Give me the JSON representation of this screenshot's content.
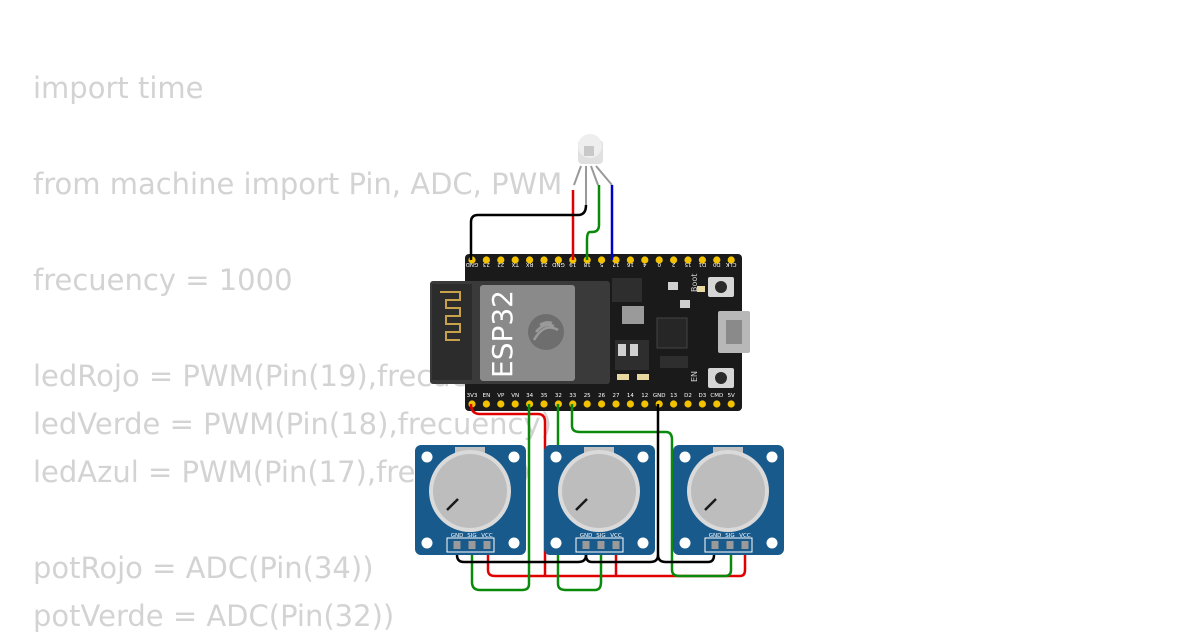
{
  "code_lines": [
    "import time",
    "",
    "from machine import Pin, ADC, PWM",
    "",
    "frecuency = 1000",
    "",
    "ledRojo = PWM(Pin(19),frecuency)",
    "ledVerde = PWM(Pin(18),frecuency)",
    "ledAzul = PWM(Pin(17),frecuency)",
    "",
    "potRojo = ADC(Pin(34))",
    "potVerde = ADC(Pin(32))"
  ],
  "board": {
    "label": "ESP32",
    "top_pins": [
      "GND",
      "23",
      "22",
      "TX",
      "RX",
      "21",
      "GND",
      "19",
      "18",
      "5",
      "17",
      "16",
      "4",
      "0",
      "2",
      "15",
      "D1",
      "D0",
      "CLK"
    ],
    "bottom_pins": [
      "3V3",
      "EN",
      "VP",
      "VN",
      "34",
      "35",
      "32",
      "33",
      "25",
      "26",
      "27",
      "14",
      "12",
      "GND",
      "13",
      "D2",
      "D3",
      "CMD",
      "5V"
    ],
    "boot_label": "Boot",
    "en_label": "EN"
  },
  "potentiometers": [
    {
      "pins": [
        "GND",
        "SIG",
        "VCC"
      ]
    },
    {
      "pins": [
        "GND",
        "SIG",
        "VCC"
      ]
    },
    {
      "pins": [
        "GND",
        "SIG",
        "VCC"
      ]
    }
  ],
  "colors": {
    "code_text": "#d3d3d3",
    "board": "#1a1a1a",
    "pot_board": "#185a8c",
    "wire_red": "#e00000",
    "wire_green": "#0a8a0a",
    "wire_blue": "#0000cc",
    "wire_black": "#000000"
  }
}
